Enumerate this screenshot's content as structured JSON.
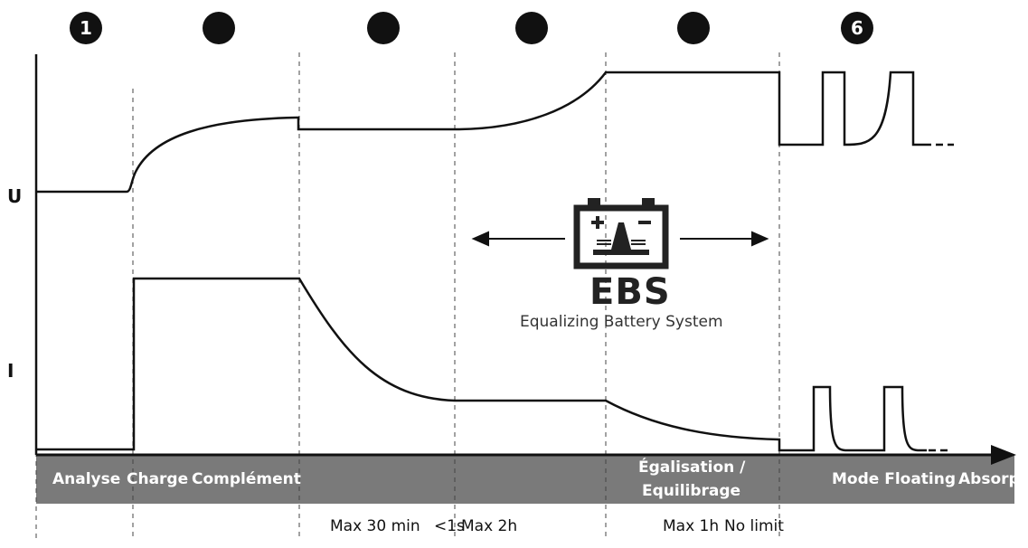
{
  "axes": {
    "voltage_label": "U",
    "current_label": "I"
  },
  "phase_markers": [
    {
      "id": "1",
      "label": "1"
    },
    {
      "id": "2",
      "label": ""
    },
    {
      "id": "3",
      "label": ""
    },
    {
      "id": "4",
      "label": ""
    },
    {
      "id": "5",
      "label": ""
    },
    {
      "id": "6",
      "label": "6"
    }
  ],
  "phase_band": {
    "analyse": "Analyse",
    "charge": "Charge",
    "complement": "Complément",
    "egalisation_line1": "Égalisation /",
    "egalisation_line2": "Equilibrage",
    "mode_floating": "Mode Floating",
    "absorption": "Absorp"
  },
  "durations": {
    "complement": "Max 30 min",
    "phase4": "<1s",
    "phase4b": "Max 2h",
    "egalisation": "Max 1h",
    "floating": "No limit"
  },
  "ebs": {
    "title": "EBS",
    "subtitle": "Equalizing Battery System",
    "icon": "battery-icon"
  },
  "colors": {
    "band": "#7a7a7a",
    "line": "#111111",
    "marker": "#111111"
  }
}
